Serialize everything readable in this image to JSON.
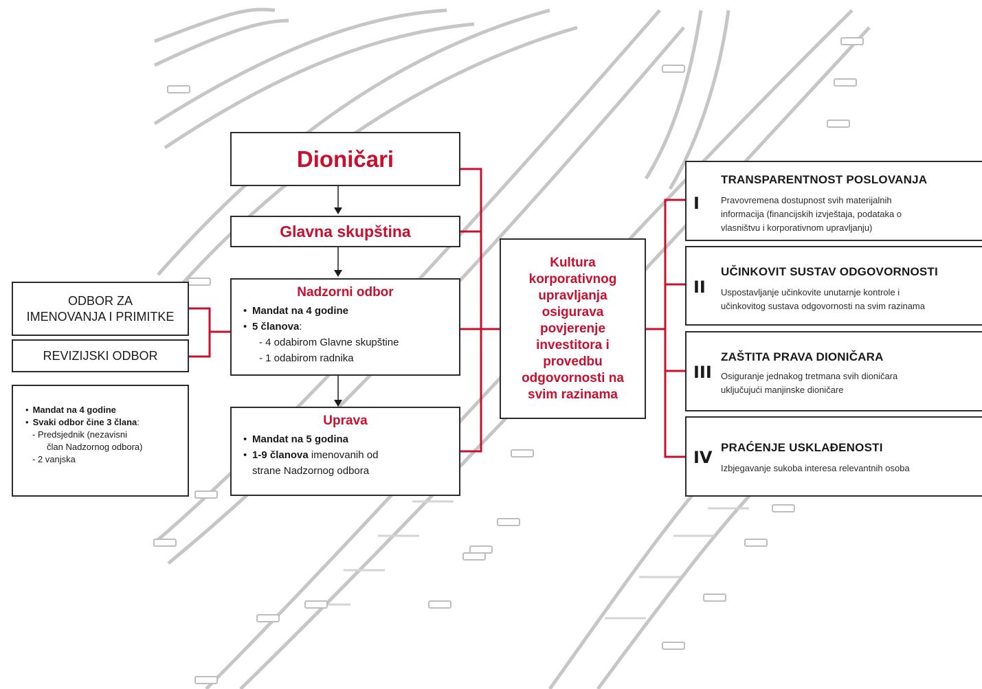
{
  "shareholders": {
    "title": "Dioničari"
  },
  "general_assembly": {
    "title": "Glavna skupština"
  },
  "supervisory_board": {
    "title": "Nadzorni odbor",
    "mandate": "Mandat na 4 godine",
    "members_bold": "5 članova",
    "members_suffix": ":",
    "sub_1": "- 4 odabirom Glavne skupštine",
    "sub_2": "- 1 odabirom radnika"
  },
  "management": {
    "title": "Uprava",
    "mandate": "Mandat na 5 godina",
    "members_bold": "1-9 članova",
    "members_rest_1": " imenovanih od",
    "members_rest_2": "strane Nadzornog odbora"
  },
  "committees": {
    "nomination_line1": "ODBOR ZA",
    "nomination_line2": "IMENOVANJA I PRIMITKE",
    "audit": "REVIZIJSKI ODBOR"
  },
  "committee_note": {
    "mandate": "Mandat na 4 godine",
    "composition_bold": "Svaki odbor čine 3 člana",
    "composition_suffix": ":",
    "chair_line1": "-  Predsjednik (nezavisni",
    "chair_line2": "član Nadzornog odbora)",
    "external": "-  2 vanjska"
  },
  "culture": {
    "lines": [
      "Kultura",
      "korporativnog",
      "upravljanja",
      "osigurava",
      "povjerenje",
      "investitora i",
      "provedbu",
      "odgovornosti na",
      "svim razinama"
    ]
  },
  "pillars": [
    {
      "num": "I",
      "title": "TRANSPARENTNOST POSLOVANJA",
      "desc_lines": [
        "Pravovremena dostupnost svih materijalnih",
        "informacija (financijskih izvještaja, podataka o",
        "vlasništvu i korporativnom upravljanju)"
      ]
    },
    {
      "num": "II",
      "title": "UČINKOVIT SUSTAV ODGOVORNOSTI",
      "desc_lines": [
        "Uspostavljanje učinkovite unutarnje kontrole i",
        "učinkovitog sustava odgovornosti na svim razinama"
      ]
    },
    {
      "num": "III",
      "title": "ZAŠTITA PRAVA DIONIČARA",
      "desc_lines": [
        "Osiguranje jednakog tretmana svih dioničara",
        "uključujući manjinske dioničare"
      ]
    },
    {
      "num": "IV",
      "title": "PRAĆENJE USKLAĐENOSTI",
      "desc_lines": [
        "Izbjegavanje sukoba interesa relevantnih osoba"
      ]
    }
  ],
  "colors": {
    "accent": "#c8102e",
    "border": "#2b2b2b",
    "rail": "#c9c9c9"
  }
}
